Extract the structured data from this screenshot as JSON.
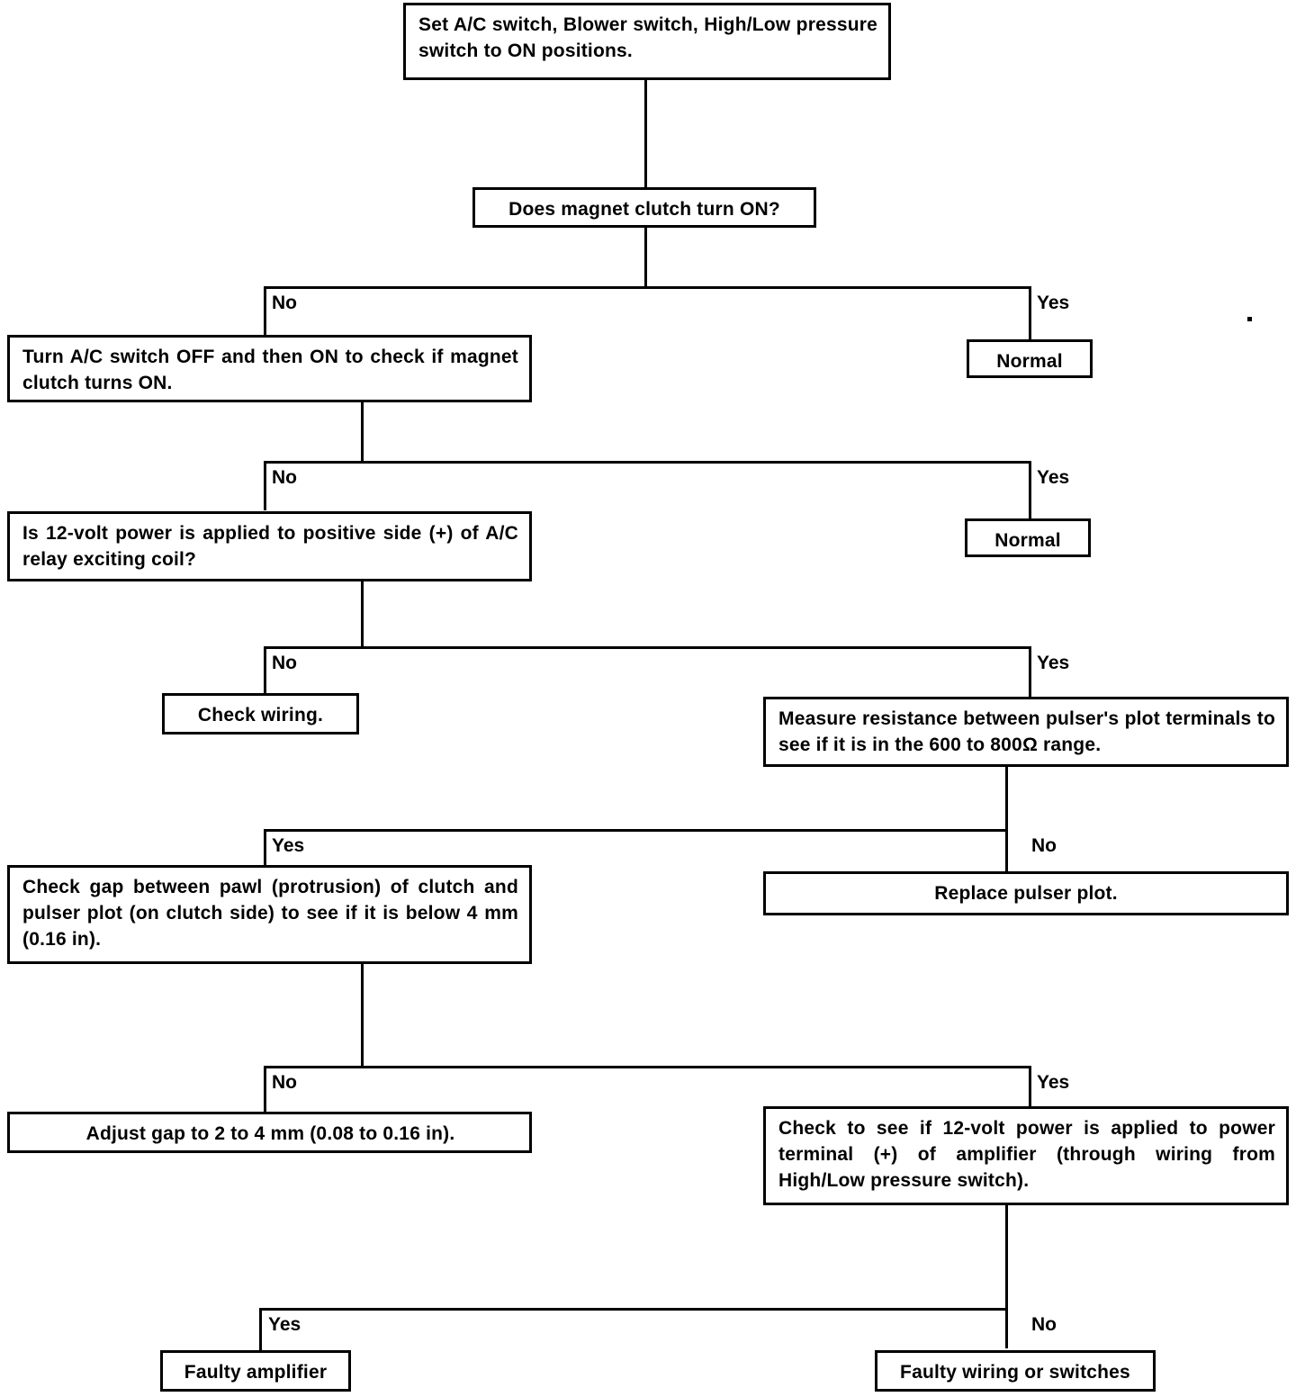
{
  "diagram": {
    "title": "A/C magnet clutch troubleshooting flowchart",
    "ink_color": "#000000",
    "background_color": "#ffffff"
  },
  "nodes": {
    "start": "Set A/C switch, Blower switch, High/Low pressure switch to ON positions.",
    "q_clutch_on": "Does magnet clutch turn ON?",
    "normal_1": "Normal",
    "turn_off_on": "Turn A/C switch OFF and then ON to check if magnet clutch turns ON.",
    "normal_2": "Normal",
    "q_12volt_relay": "Is 12-volt power is applied to positive side (+) of A/C relay exciting coil?",
    "check_wiring": "Check wiring.",
    "measure_resistance": "Measure resistance between pulser's plot terminals to see if it is in the 600 to 800Ω range.",
    "replace_pulser": "Replace pulser plot.",
    "check_gap": "Check gap between pawl (protrusion) of clutch and pulser plot (on clutch side) to see if it is below 4 mm (0.16 in).",
    "adjust_gap": "Adjust gap to 2 to 4 mm (0.08 to 0.16 in).",
    "check_amp_power": "Check to see if 12-volt power is applied to power terminal (+) of amplifier (through wiring from High/Low pressure switch).",
    "faulty_amplifier": "Faulty amplifier",
    "faulty_wiring": "Faulty wiring or switches"
  },
  "branch_labels": {
    "b1_no": "No",
    "b1_yes": "Yes",
    "b2_no": "No",
    "b2_yes": "Yes",
    "b3_no": "No",
    "b3_yes": "Yes",
    "b4_yes": "Yes",
    "b4_no": "No",
    "b5_no": "No",
    "b5_yes": "Yes",
    "b6_yes": "Yes",
    "b6_no": "No"
  }
}
